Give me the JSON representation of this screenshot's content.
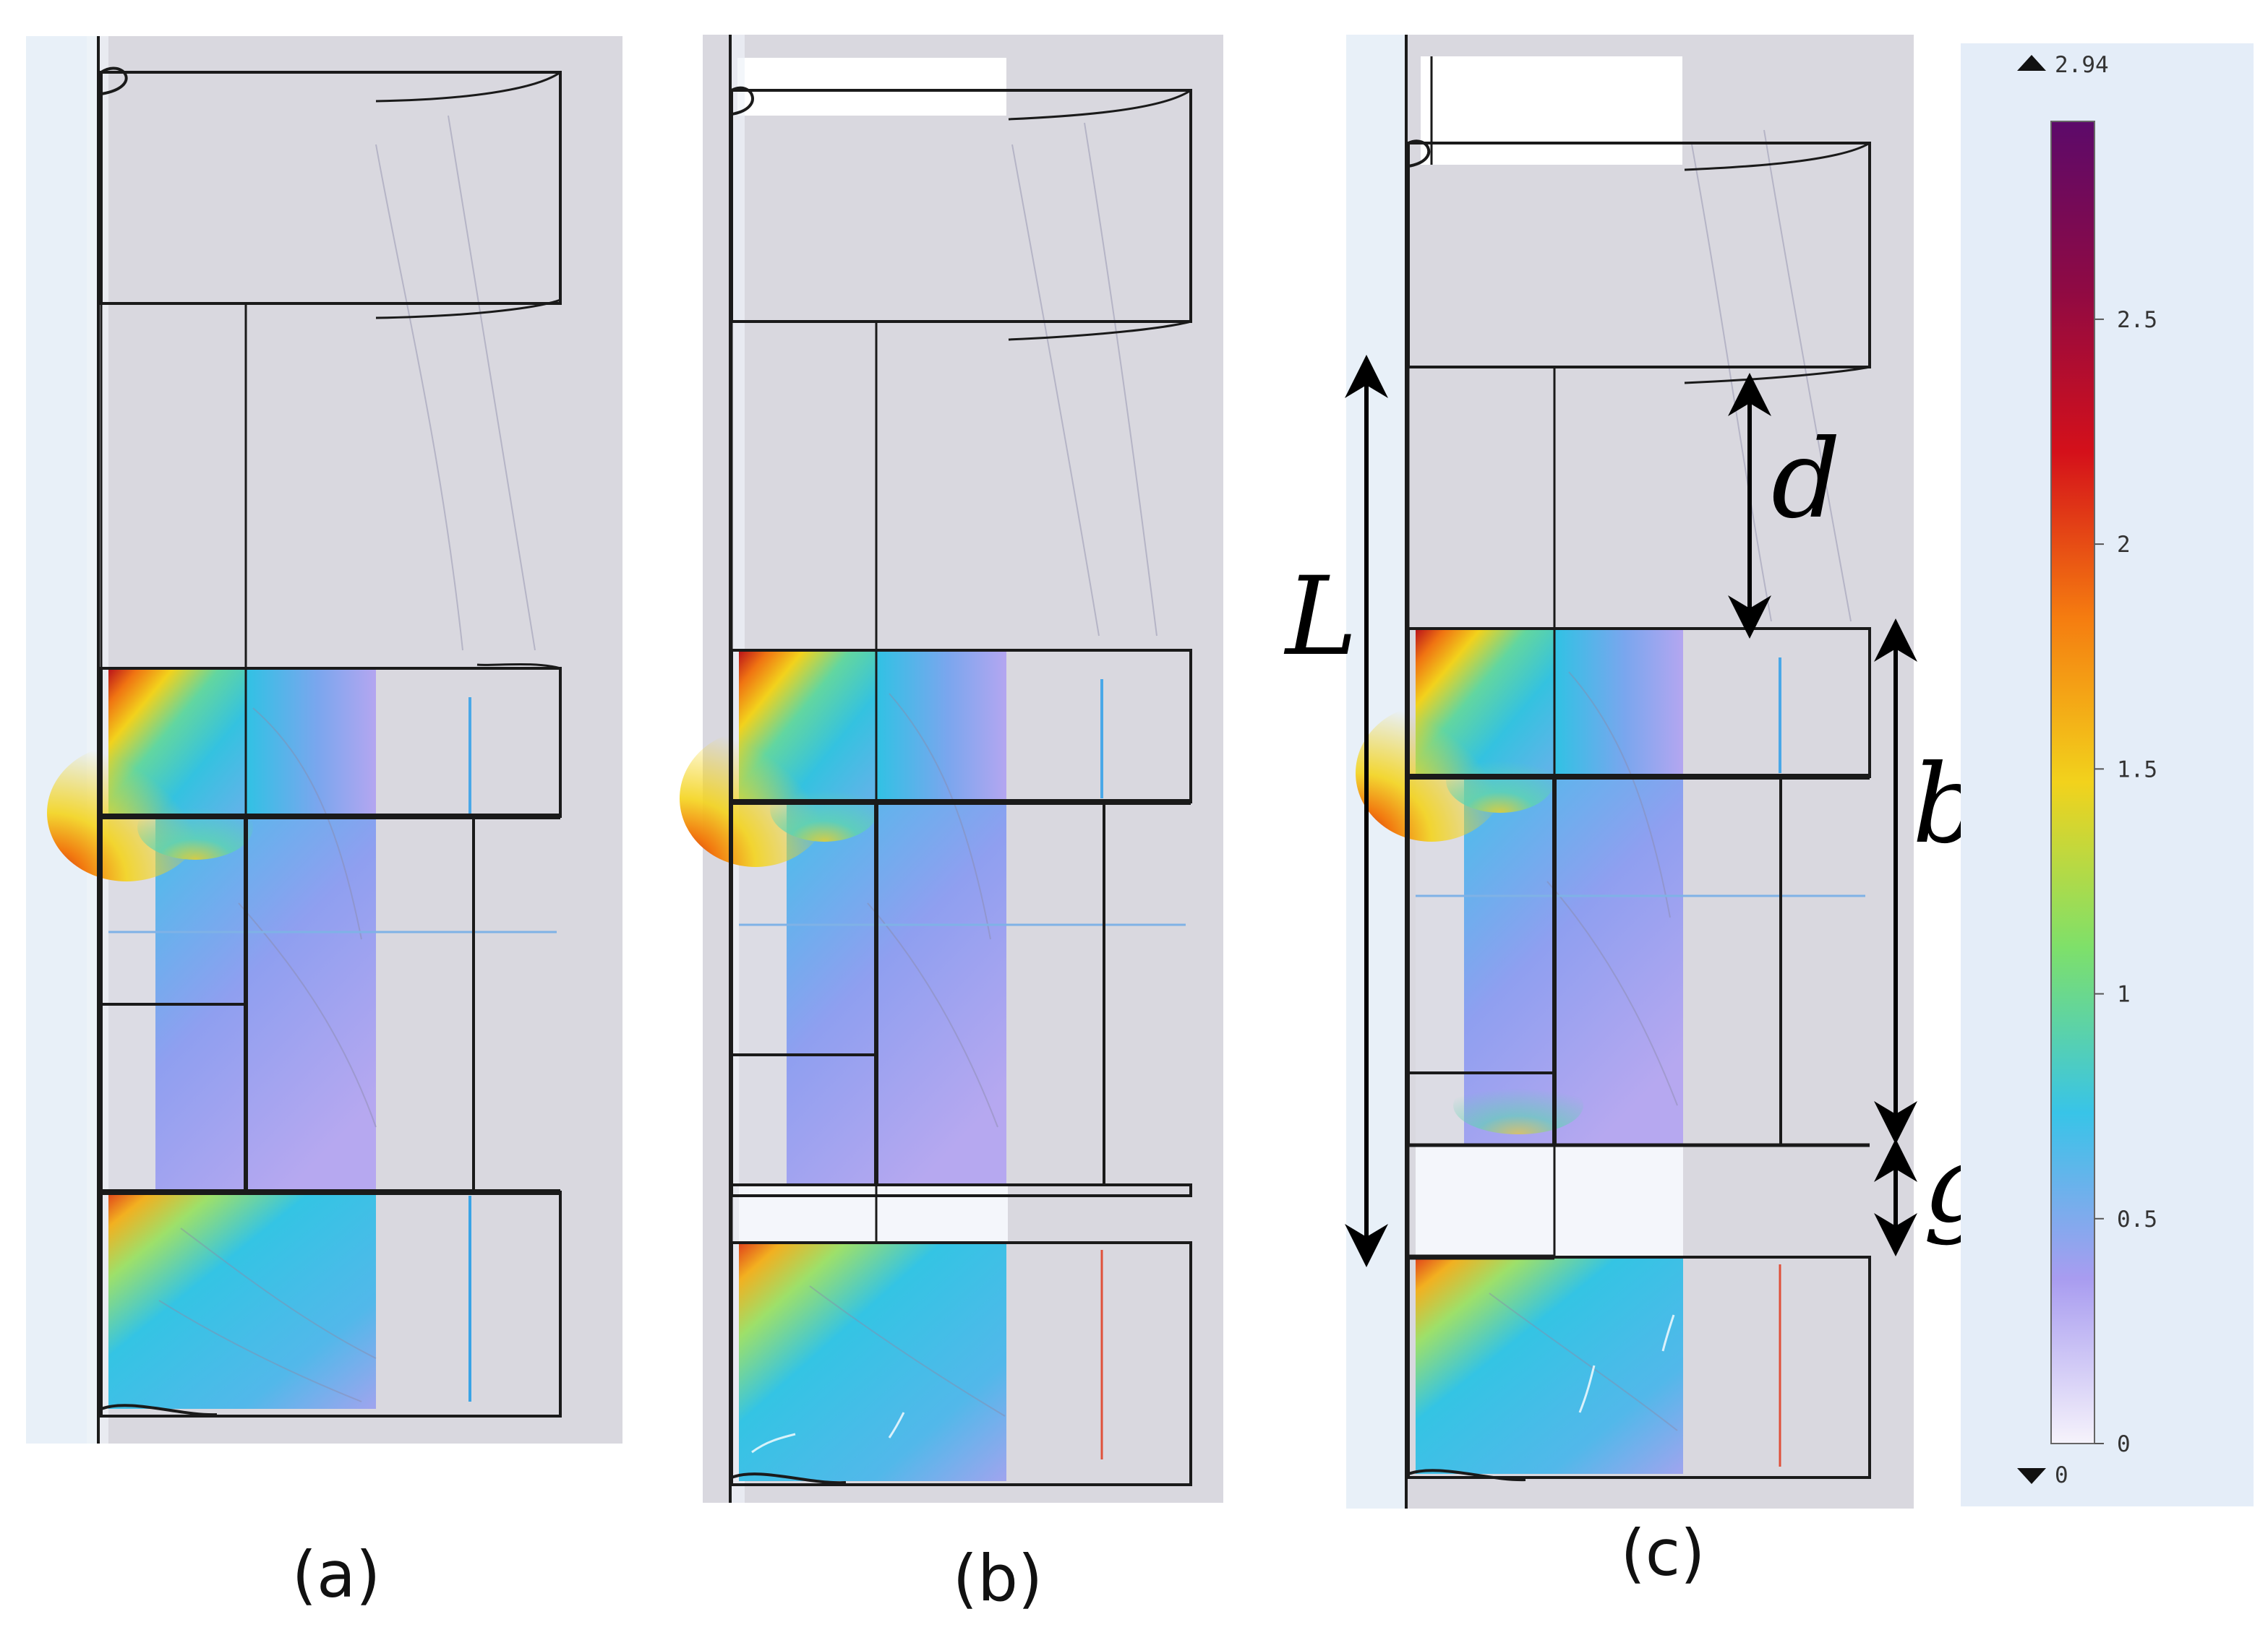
{
  "panels": {
    "a": {
      "label": "(a)"
    },
    "b": {
      "label": "(b)"
    },
    "c": {
      "label": "(c)"
    }
  },
  "dimensions": {
    "L": "L",
    "d": "d",
    "b": "b",
    "g": "g"
  },
  "colorbar": {
    "max_label": "2.94",
    "min_label": "0",
    "ticks": [
      "2.5",
      "2",
      "1.5",
      "1",
      "0.5",
      "0"
    ],
    "min_value": 0,
    "max_value": 2.94,
    "colors": [
      "#f6f3fb",
      "#a89cf0",
      "#38c4e8",
      "#7ee06a",
      "#f2d21c",
      "#f57c10",
      "#d4101a",
      "#8e0a44",
      "#5c0a6a"
    ]
  }
}
